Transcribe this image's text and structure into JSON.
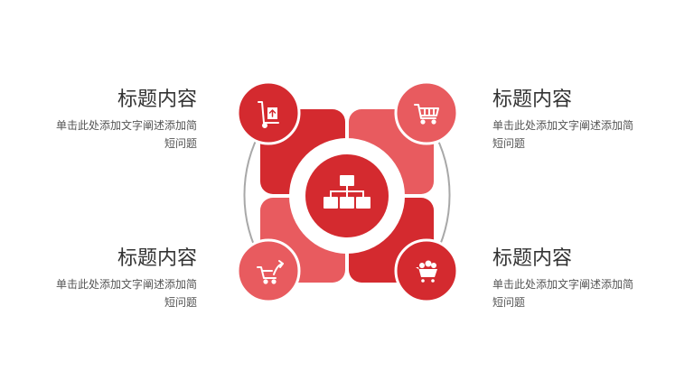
{
  "colors": {
    "primary": "#D42A2F",
    "light": "#E85B5F",
    "ring": "#A8A8A8",
    "white": "#FFFFFF"
  },
  "items": [
    {
      "title": "标题内容",
      "desc": "单击此处添加文字阐述添加简短问题",
      "icon": "hand-truck-upload-icon"
    },
    {
      "title": "标题内容",
      "desc": "单击此处添加文字阐述添加简短问题",
      "icon": "shopping-cart-icon"
    },
    {
      "title": "标题内容",
      "desc": "单击此处添加文字阐述添加简短问题",
      "icon": "cart-arrow-icon"
    },
    {
      "title": "标题内容",
      "desc": "单击此处添加文字阐述添加简短问题",
      "icon": "full-cart-icon"
    }
  ],
  "center": {
    "icon": "hierarchy-icon"
  }
}
